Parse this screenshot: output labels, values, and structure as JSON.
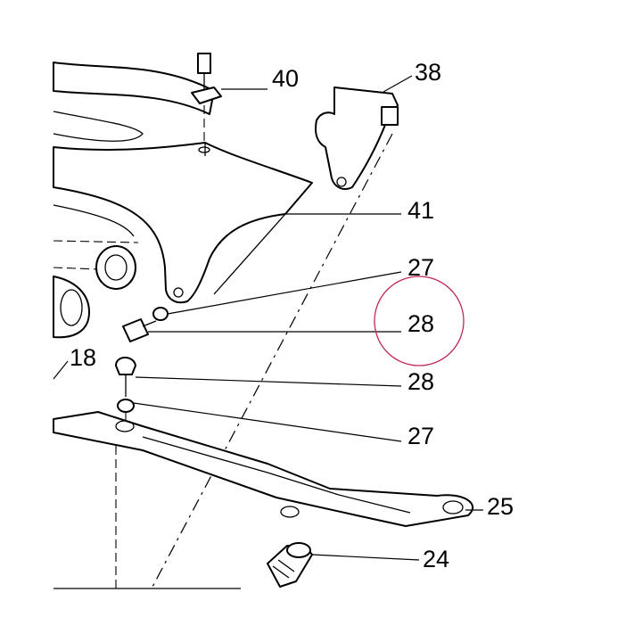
{
  "callouts": {
    "c40": "40",
    "c38": "38",
    "c41": "41",
    "c27a": "27",
    "c28a": "28",
    "c18": "18",
    "c28b": "28",
    "c27b": "27",
    "c25": "25",
    "c24": "24"
  },
  "colors": {
    "line": "#000000",
    "highlight": "#c0285a",
    "background": "#ffffff"
  }
}
